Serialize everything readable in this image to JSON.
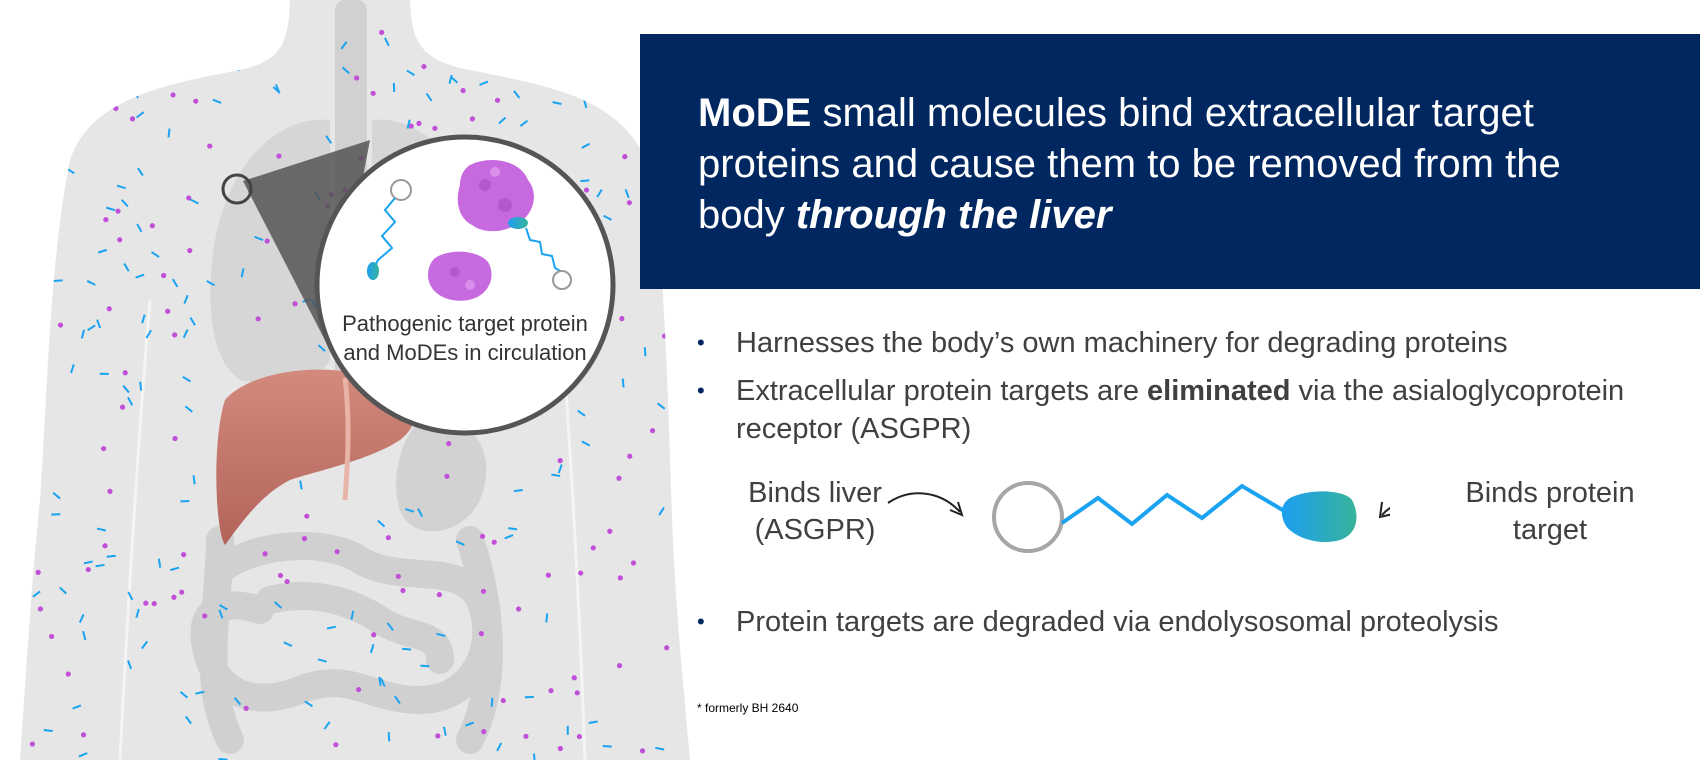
{
  "headline": {
    "part1_bold": "MoDE",
    "part2": " small molecules bind extracellular target proteins and cause them to be removed from the body ",
    "part3_italic": "through the liver"
  },
  "illustration": {
    "circle_caption": "Pathogenic target protein and MoDEs in circulation"
  },
  "bullets": [
    {
      "text": "Harnesses the body’s own machinery for degrading proteins"
    },
    {
      "text_before": "Extracellular protein targets are ",
      "text_bold": "eliminated",
      "text_after": " via the asialoglycoprotein receptor (ASGPR)"
    },
    {
      "text": "Protein targets are degraded via endolysosomal proteolysis"
    }
  ],
  "bullet_symbol": "•",
  "mode_molecule": {
    "left_label_line1": "Binds liver",
    "left_label_line2": "(ASGPR)",
    "right_label_line1": "Binds protein",
    "right_label_line2": "target"
  },
  "footnote": "* formerly BH 2640",
  "colors": {
    "banner": "#002760",
    "linker": "#1aa3f0",
    "warhead_start": "#1c9ff2",
    "warhead_end": "#38b39a",
    "protein": "#c86adf",
    "liver": "#c4776a",
    "body": "#e6e6e6"
  }
}
